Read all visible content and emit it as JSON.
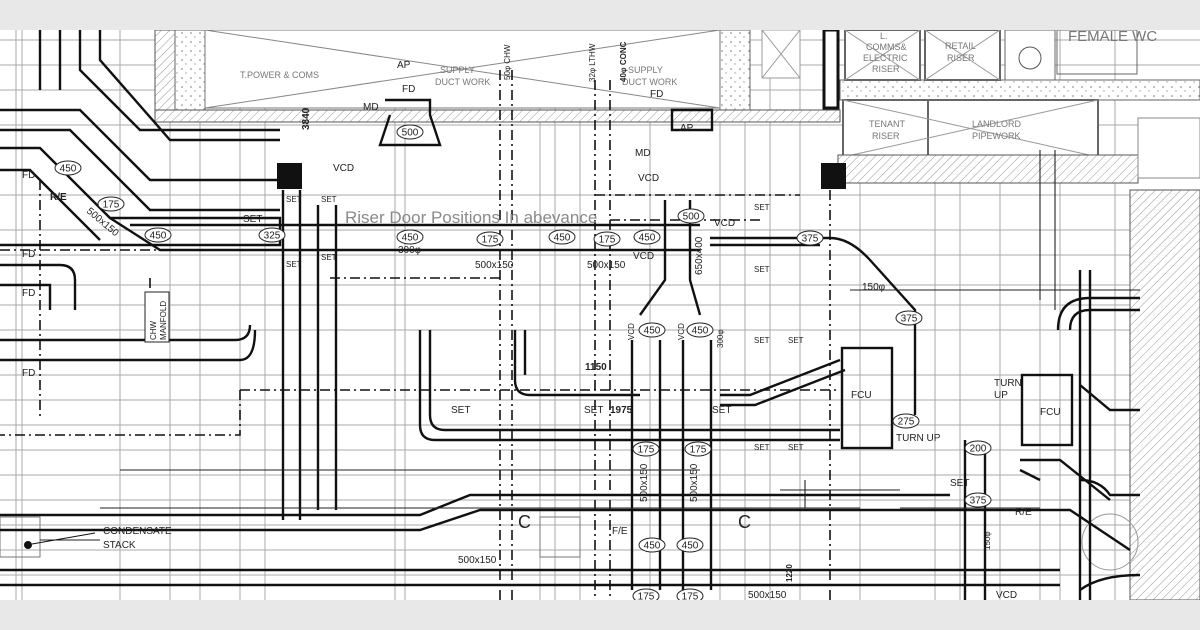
{
  "drawing": {
    "title_note": "Riser Door Positions In abevance",
    "rooms": {
      "power_comms": "T.POWER & COMS",
      "supply_duct_1": "SUPPLY",
      "supply_duct_1b": "DUCT WORK",
      "supply_duct_2": "SUPPLY",
      "supply_duct_2b": "DUCT WORK",
      "comms_riser_1": "L.",
      "comms_riser_2": "COMMS&",
      "comms_riser_3": "ELECTRIC",
      "comms_riser_4": "RISER",
      "retail_riser_1": "RETAIL",
      "retail_riser_2": "RISER",
      "tenant_riser_1": "TENANT",
      "tenant_riser_2": "RISER",
      "landlord_1": "LANDLORD",
      "landlord_2": "PIPEWORK",
      "female_wc": "FEMALE WC"
    },
    "pipes": {
      "chw": "50φ CHW",
      "lthw": "32φ LTHW",
      "conc": "40φ CONC"
    },
    "labels": {
      "ap1": "AP",
      "fd1": "FD",
      "md1": "MD",
      "vcd1": "VCD",
      "dim_3840": "3840",
      "fd2": "FD",
      "ap2": "AP",
      "md2": "MD",
      "vcd2": "VCD",
      "set1": "SET",
      "d300": "300φ",
      "s500x150a": "500x150",
      "s500x150b": "500x150",
      "vcd3": "VCD",
      "vcd4": "VCD",
      "s650x400": "650x400",
      "d150a": "150φ",
      "fd_a": "FD",
      "re_a": "R/E",
      "s500x150c": "500x150",
      "fd_b": "FD",
      "fd_c": "FD",
      "fd_d": "FD",
      "chw_manifold_1": "CHW",
      "chw_manifold_2": "MANFOLD",
      "dim_1150": "1150",
      "set2": "SET",
      "set3": "SET",
      "dim_1975": "1975",
      "set4": "SET",
      "vcd5": "VCD",
      "vcd6": "VCD",
      "d300b": "300φ",
      "fcu1": "FCU",
      "turn_up1": "TURN UP",
      "turn_up2a": "TURN",
      "turn_up2b": "UP",
      "fcu2": "FCU",
      "set5": "SET",
      "re_b": "R/E",
      "d150b": "150φ",
      "vcd7": "VCD",
      "s500x150d": "500x150",
      "s500x150e": "500x150",
      "section_c1": "C",
      "section_c2": "C",
      "fe": "F/E",
      "condensate_1": "CONDENSATE",
      "condensate_2": "STACK",
      "s500x150f": "500x150",
      "s500x150g": "500x150",
      "dim_1220": "1220",
      "set_tag": "SET"
    },
    "bubbles": [
      "450",
      "325",
      "450",
      "175",
      "450",
      "175",
      "450",
      "500",
      "375",
      "375",
      "450",
      "175",
      "500",
      "450",
      "450",
      "175",
      "175",
      "275",
      "200",
      "375",
      "450",
      "450",
      "175",
      "175"
    ]
  }
}
